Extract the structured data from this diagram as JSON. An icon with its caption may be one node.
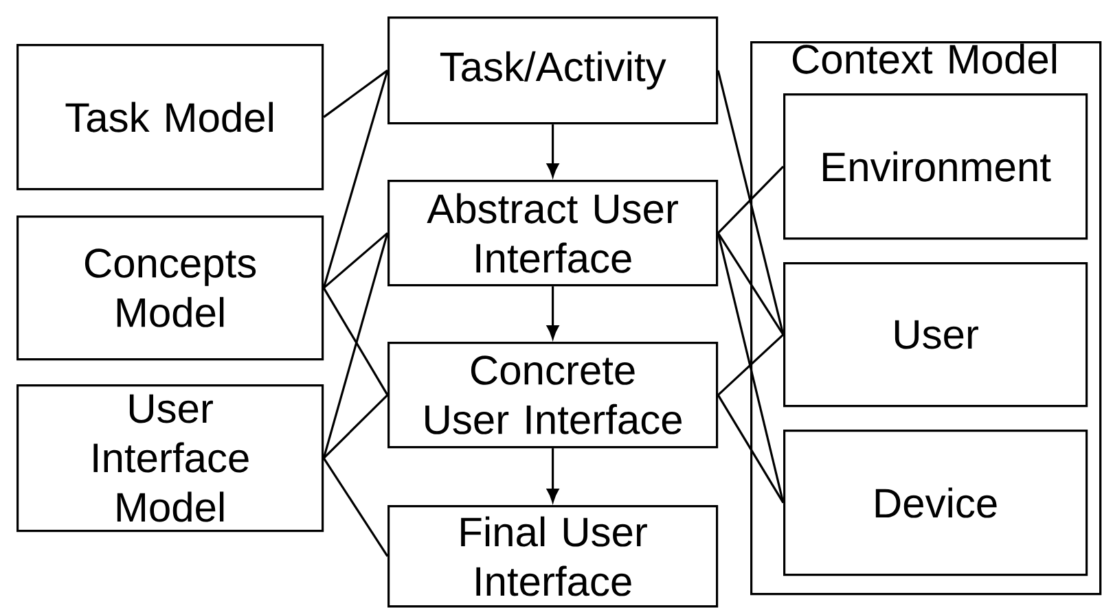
{
  "diagram": {
    "nodes": [
      {
        "text": [
          "Task Model"
        ]
      },
      {
        "text": [
          "Concepts Model"
        ]
      },
      {
        "text": [
          "User Interface Model"
        ]
      },
      {
        "text": [
          "Task/Activity"
        ]
      },
      {
        "text": [
          "Abstract User Interface"
        ]
      },
      {
        "text": [
          "Concrete User Interface"
        ]
      },
      {
        "text": [
          "Final User Interface"
        ]
      },
      {
        "text": [
          "Context Model"
        ]
      },
      {
        "text": [
          "Environment"
        ],
        "in": 7
      },
      {
        "text": [
          "User"
        ],
        "in": 7
      },
      {
        "text": [
          "Device"
        ],
        "in": 7
      }
    ],
    "edges": [
      {
        "from": 0,
        "to": 3,
        "arrow": "none"
      },
      {
        "from": 1,
        "to": 3,
        "arrow": "none"
      },
      {
        "from": 1,
        "to": 4,
        "arrow": "none"
      },
      {
        "from": 1,
        "to": 5,
        "arrow": "none"
      },
      {
        "from": 2,
        "to": 4,
        "arrow": "none"
      },
      {
        "from": 2,
        "to": 5,
        "arrow": "none"
      },
      {
        "from": 2,
        "to": 6,
        "arrow": "none"
      },
      {
        "from": 3,
        "to": 4,
        "arrow": "to"
      },
      {
        "from": 4,
        "to": 5,
        "arrow": "to"
      },
      {
        "from": 5,
        "to": 6,
        "arrow": "to"
      },
      {
        "from": 3,
        "to": 9,
        "arrow": "none"
      },
      {
        "from": 4,
        "to": 8,
        "arrow": "none"
      },
      {
        "from": 4,
        "to": 9,
        "arrow": "none"
      },
      {
        "from": 4,
        "to": 10,
        "arrow": "none"
      },
      {
        "from": 5,
        "to": 9,
        "arrow": "none"
      },
      {
        "from": 5,
        "to": 10,
        "arrow": "none"
      }
    ]
  }
}
